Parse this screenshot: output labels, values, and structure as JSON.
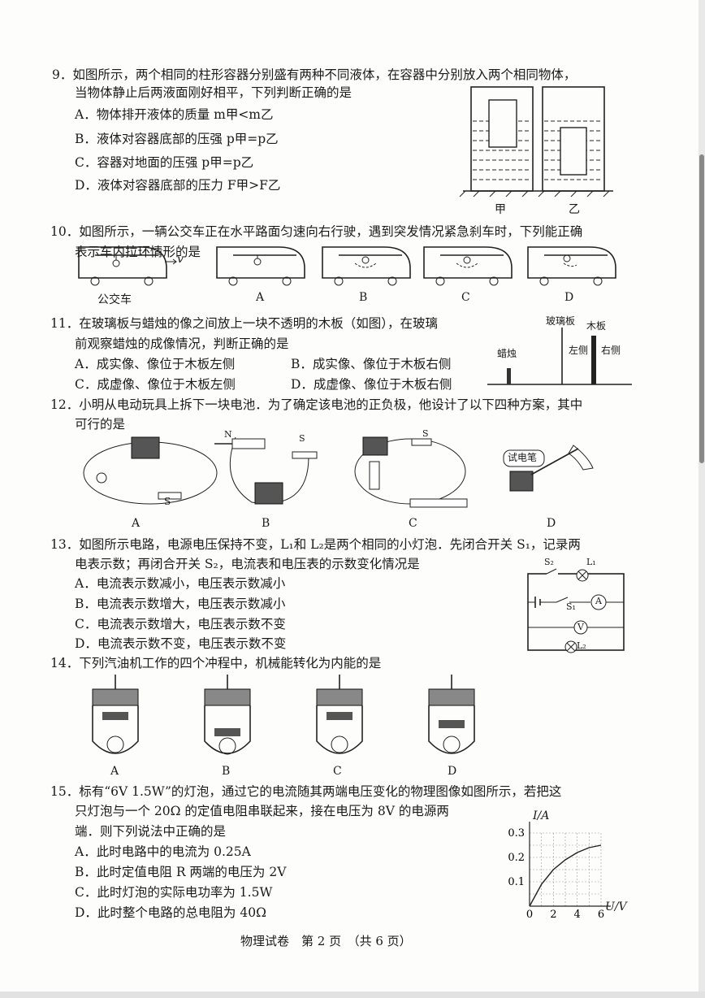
{
  "q9": {
    "stem1": "9．如图所示，两个相同的柱形容器分别盛有两种不同液体，在容器中分别放入两个相同物体，",
    "stem2": "当物体静止后两液面刚好相平，下列判断正确的是",
    "A": "A．物体排开液体的质量 m甲<m乙",
    "B": "B．液体对容器底部的压强 p甲=p乙",
    "C": "C．容器对地面的压强 p甲=p乙",
    "D": "D．液体对容器底部的压力 F甲>F乙",
    "fig_jia": "甲",
    "fig_yi": "乙"
  },
  "q10": {
    "stem1": "10．如图所示，一辆公交车正在水平路面匀速向右行驶，遇到突发情况紧急刹车时，下列能正确",
    "stem2": "表示车内拉环情形的是",
    "labels": [
      "公交车",
      "A",
      "B",
      "C",
      "D"
    ],
    "v": "v"
  },
  "q11": {
    "stem1": "11．在玻璃板与蜡烛的像之间放上一块不透明的木板（如图），在玻璃",
    "stem2": "前观察蜡烛的成像情况，判断正确的是",
    "A": "A．成实像、像位于木板左侧",
    "B": "B．成实像、像位于木板右侧",
    "C": "C．成虚像、像位于木板左侧",
    "D": "D．成虚像、像位于木板右侧",
    "fig_glass": "玻璃板",
    "fig_board": "木板",
    "fig_candle": "蜡烛",
    "fig_left": "左侧",
    "fig_right": "右侧"
  },
  "q12": {
    "stem1": "12．小明从电动玩具上拆下一块电池．为了确定该电池的正负极，他设计了以下四种方案，其中",
    "stem2": "可行的是",
    "labels": [
      "A",
      "B",
      "C",
      "D"
    ],
    "s": "S",
    "n": "N",
    "pen": "试电笔"
  },
  "q13": {
    "stem1": "13．如图所示电路，电源电压保持不变，L₁和 L₂是两个相同的小灯泡．先闭合开关 S₁，记录两",
    "stem2": "电表示数；再闭合开关 S₂，电流表和电压表的示数变化情况是",
    "A": "A．电流表示数减小，电压表示数减小",
    "B": "B．电流表示数增大，电压表示数减小",
    "C": "C．电流表示数增大，电压表示数不变",
    "D": "D．电流表示数不变，电压表示数不变",
    "s2": "S₂",
    "l1": "L₁",
    "s1": "S₁",
    "amm": "A",
    "volt": "V",
    "l2": "L₂"
  },
  "q14": {
    "stem": "14．下列汽油机工作的四个冲程中，机械能转化为内能的是",
    "labels": [
      "A",
      "B",
      "C",
      "D"
    ]
  },
  "q15": {
    "stem1": "15．标有“6V 1.5W”的灯泡，通过它的电流随其两端电压变化的物理图像如图所示，若把这",
    "stem2": "只灯泡与一个 20Ω 的定值电阻串联起来，接在电压为 8V 的电源两",
    "stem3": "端．则下列说法中正确的是",
    "A": "A．此时电路中的电流为 0.25A",
    "B": "B．此时定值电阻 R 两端的电压为 2V",
    "C": "C．此时灯泡的实际电功率为 1.5W",
    "D": "D．此时整个电路的总电阻为 40Ω"
  },
  "chart_data": {
    "type": "line",
    "xlabel": "U/V",
    "ylabel": "I/A",
    "x_ticks": [
      "0",
      "2",
      "4",
      "6"
    ],
    "y_ticks": [
      "0.1",
      "0.2",
      "0.3"
    ],
    "xlim": [
      0,
      6
    ],
    "ylim": [
      0,
      0.3
    ],
    "grid": true,
    "series": [
      {
        "x": [
          0,
          1,
          2,
          3,
          4,
          5,
          6
        ],
        "y": [
          0,
          0.09,
          0.15,
          0.19,
          0.22,
          0.24,
          0.25
        ]
      }
    ]
  },
  "footer": "物理试卷　第 2 页　（共 6 页）"
}
